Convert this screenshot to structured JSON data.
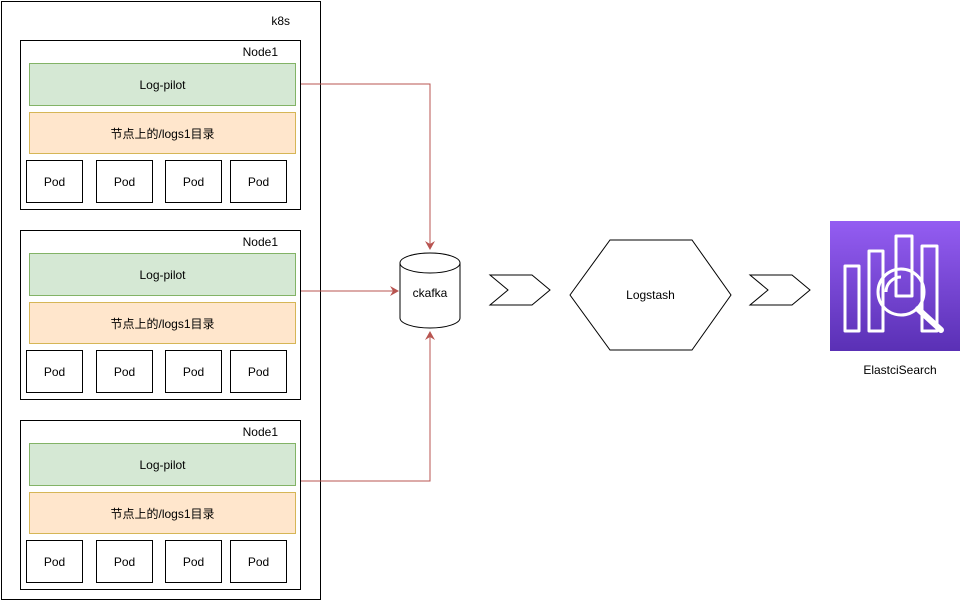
{
  "cluster": {
    "label": "k8s"
  },
  "nodes": [
    {
      "label": "Node1",
      "pilot": "Log-pilot",
      "logdir": "节点上的/logs1目录",
      "pods": [
        "Pod",
        "Pod",
        "Pod",
        "Pod"
      ]
    },
    {
      "label": "Node1",
      "pilot": "Log-pilot",
      "logdir": "节点上的/logs1目录",
      "pods": [
        "Pod",
        "Pod",
        "Pod",
        "Pod"
      ]
    },
    {
      "label": "Node1",
      "pilot": "Log-pilot",
      "logdir": "节点上的/logs1目录",
      "pods": [
        "Pod",
        "Pod",
        "Pod",
        "Pod"
      ]
    }
  ],
  "queue": {
    "label": "ckafka"
  },
  "processor": {
    "label": "Logstash"
  },
  "search": {
    "label": "ElastciSearch",
    "icon": "elasticsearch-icon"
  },
  "colors": {
    "connector": "#b85450",
    "pilot_fill": "#d5e8d4",
    "pilot_stroke": "#82b366",
    "logdir_fill": "#ffe6cc",
    "logdir_stroke": "#d6b656",
    "icon_top": "#945df2",
    "icon_bottom": "#5a30b5"
  }
}
